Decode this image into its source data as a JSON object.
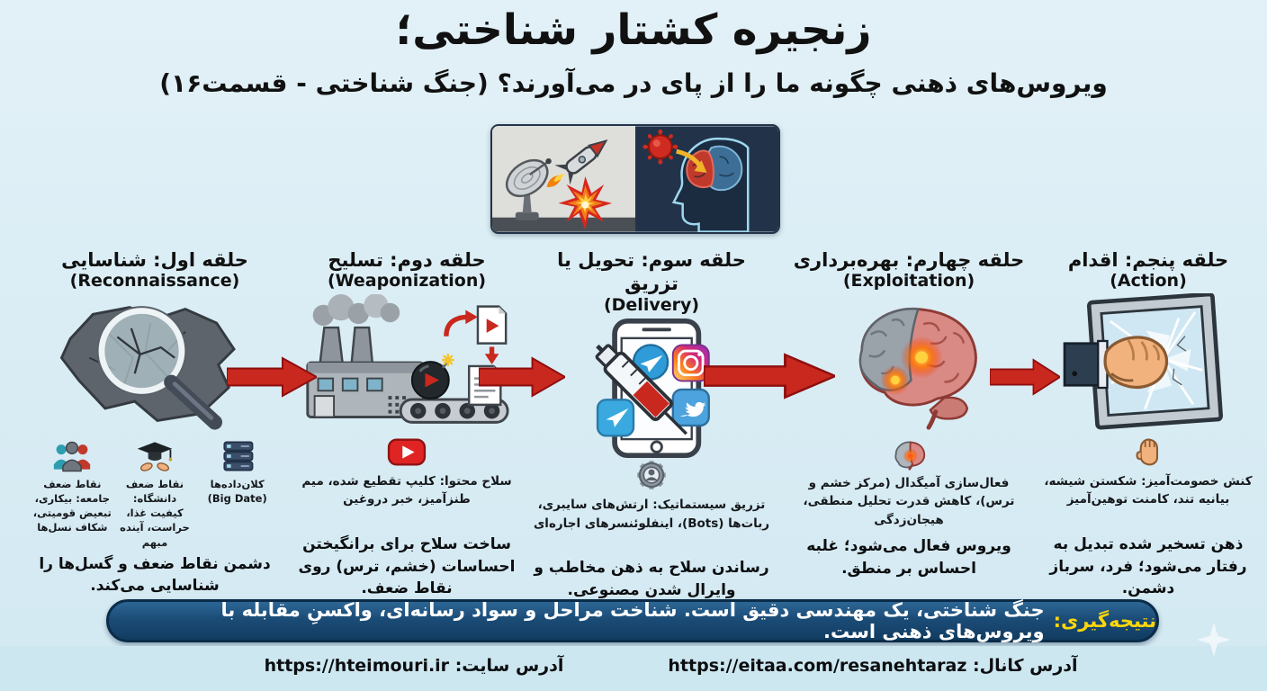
{
  "title": "زنجیره کشتار شناختی؛",
  "subtitle": "ویروس‌های ذهنی چگونه ما را از پای در می‌آورند؟ (جنگ شناختی - قسمت۱۶)",
  "colors": {
    "background": "#d9ecf4",
    "arrow_red": "#c9281e",
    "conclusion_bg": "#154a73",
    "conclusion_label_yellow": "#ffd60a"
  },
  "stages": [
    {
      "title_fa": "حلقه اول: شناسایی",
      "title_en": "(Reconnaissance)",
      "sub_items": [
        {
          "icon": "big-data-servers-icon",
          "text": "کلان‌داده‌ها (Big Date)"
        },
        {
          "icon": "university-graduation-icon",
          "text": "نقاط ضعف دانشگاه: کیفیت غذا، حراست، آینده مبهم"
        },
        {
          "icon": "society-people-icon",
          "text": "نقاط ضعف جامعه: بیکاری، تبعیض قومیتی، شکاف نسل‌ها"
        }
      ],
      "summary": "دشمن نقاط ضعف و گسل‌ها را شناسایی می‌کند."
    },
    {
      "title_fa": "حلقه دوم: تسلیح",
      "title_en": "(Weaponization)",
      "caption": "سلاح محتوا: کلیپ تقطیع شده، میم طنزآمیز، خبر دروغین",
      "summary": "ساخت سلاح برای برانگیختن احساسات (خشم، ترس) روی نقاط ضعف."
    },
    {
      "title_fa": "حلقه سوم: تحویل یا تزریق",
      "title_en": "(Delivery)",
      "caption": "تزریق سیستماتیک: ارتش‌های سایبری، ربات‌ها (Bots)، اینفلوئنسرهای اجاره‌ای",
      "summary": "رساندن سلاح به ذهن مخاطب و وایرال شدن مصنوعی."
    },
    {
      "title_fa": "حلقه چهارم: بهره‌برداری",
      "title_en": "(Exploitation)",
      "caption": "فعال‌سازی آمیگدال (مرکز خشم و ترس)، کاهش قدرت تحلیل منطقی، هیجان‌زدگی",
      "summary": "ویروس فعال می‌شود؛ غلبه احساس بر منطق."
    },
    {
      "title_fa": "حلقه پنجم: اقدام",
      "title_en": "(Action)",
      "caption": "کنش خصومت‌آمیز: شکستن شیشه، بیانیه تند، کامنت توهین‌آمیز",
      "summary": "ذهن تسخیر شده تبدیل به رفتار می‌شود؛ فرد، سرباز دشمن."
    }
  ],
  "conclusion": {
    "label": "نتیجه‌گیری:",
    "text": "جنگ شناختی، یک مهندسی دقیق است. شناخت مراحل و سواد رسانه‌ای، واکسنِ مقابله با ویروس‌های ذهنی است."
  },
  "footer": {
    "site_label": "آدرس سایت:",
    "site_url": "https://hteimouri.ir",
    "channel_label": "آدرس کانال:",
    "channel_url": "https://eitaa.com/resanehtaraz"
  }
}
